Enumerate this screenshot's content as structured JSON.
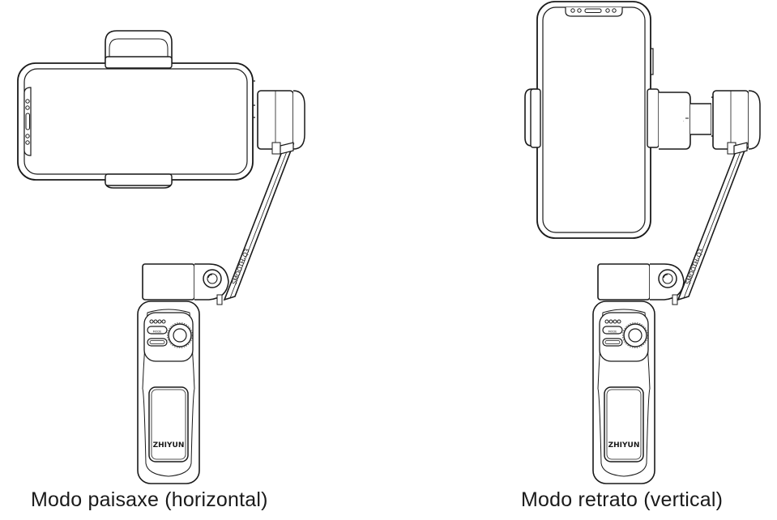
{
  "captions": {
    "landscape": "Modo paisaxe (horizontal)",
    "portrait": "Modo retrato (vertical)"
  },
  "device": {
    "model_label": "SMOOTH-Q3",
    "brand_label": "ZHIYUN",
    "mode_button_label": "MODE"
  },
  "colors": {
    "line": "#1a1a1a",
    "background": "#ffffff"
  }
}
